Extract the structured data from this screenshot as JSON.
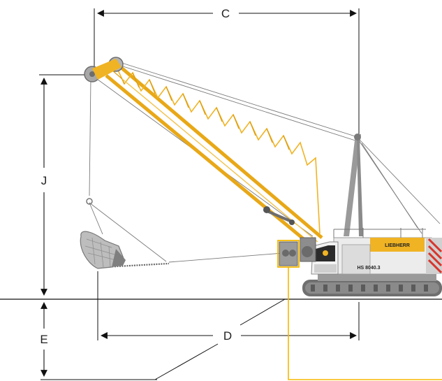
{
  "dimensions": {
    "c": "C",
    "j": "J",
    "d": "D",
    "e": "E"
  },
  "crane": {
    "brand": "LIEBHERR",
    "model": "HS 8040.3"
  },
  "colors": {
    "boom": "#f0b323",
    "boom_dark": "#c88a10",
    "steel": "#8c8c8c",
    "bucket": "#b9b9b9",
    "body": "#e9e9e9",
    "track": "#777777",
    "highlight": "#f5b800",
    "line": "#111111",
    "rope": "#777777"
  }
}
